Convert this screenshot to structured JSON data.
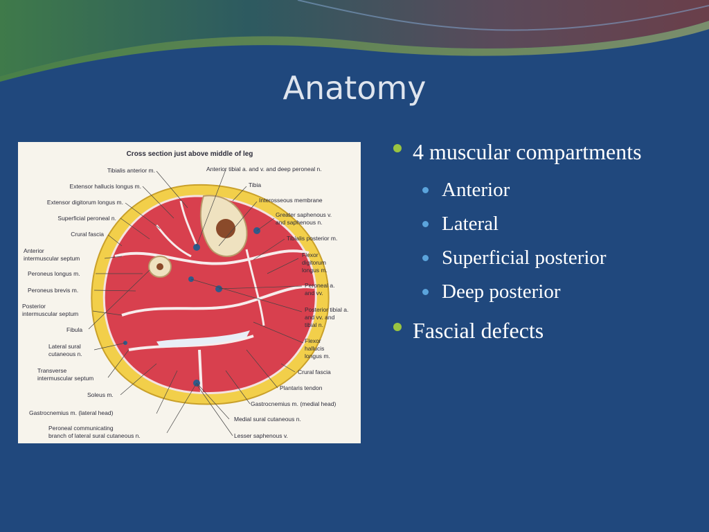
{
  "title": "Anatomy",
  "figure": {
    "heading": "Cross section just above middle of leg",
    "labels_left": [
      "Tibialis anterior m.",
      "Extensor hallucis longus m.",
      "Extensor digitorum longus m.",
      "Superficial peroneal n.",
      "Crural fascia",
      "Anterior",
      "intermuscular septum",
      "Peroneus longus m.",
      "Peroneus brevis m.",
      "Posterior",
      "intermuscular septum",
      "Fibula",
      "Lateral sural",
      "cutaneous n.",
      "Transverse",
      "intermuscular septum",
      "Soleus m.",
      "Gastrocnemius m. (lateral head)",
      "Peroneal communicating",
      "branch of lateral sural cutaneous n."
    ],
    "labels_right": [
      "Anterior tibial a. and v. and deep peroneal n.",
      "Tibia",
      "Interosseous membrane",
      "Greater saphenous v.",
      "and saphenous n.",
      "Tibialis posterior m.",
      "Flexor",
      "digitorum",
      "longus m.",
      "Peroneal a.",
      "and vv.",
      "Posterior tibial a.",
      "and vv. and",
      "tibial n.",
      "Flexor",
      "hallucis",
      "longus m.",
      "Crural fascia",
      "Plantaris tendon",
      "Gastrocnemius m. (medial head)",
      "Medial sural cutaneous n.",
      "Lesser saphenous v."
    ]
  },
  "bullets": [
    {
      "text": "4 muscular compartments",
      "children": [
        "Anterior",
        "Lateral",
        "Superficial posterior",
        "Deep posterior"
      ]
    },
    {
      "text": "Fascial defects",
      "children": []
    }
  ],
  "colors": {
    "background": "#20487d",
    "bullet_level1": "#9ac441",
    "bullet_level2": "#5ba4dc",
    "muscle": "#d8404e",
    "fat": "#f2cf4a"
  }
}
